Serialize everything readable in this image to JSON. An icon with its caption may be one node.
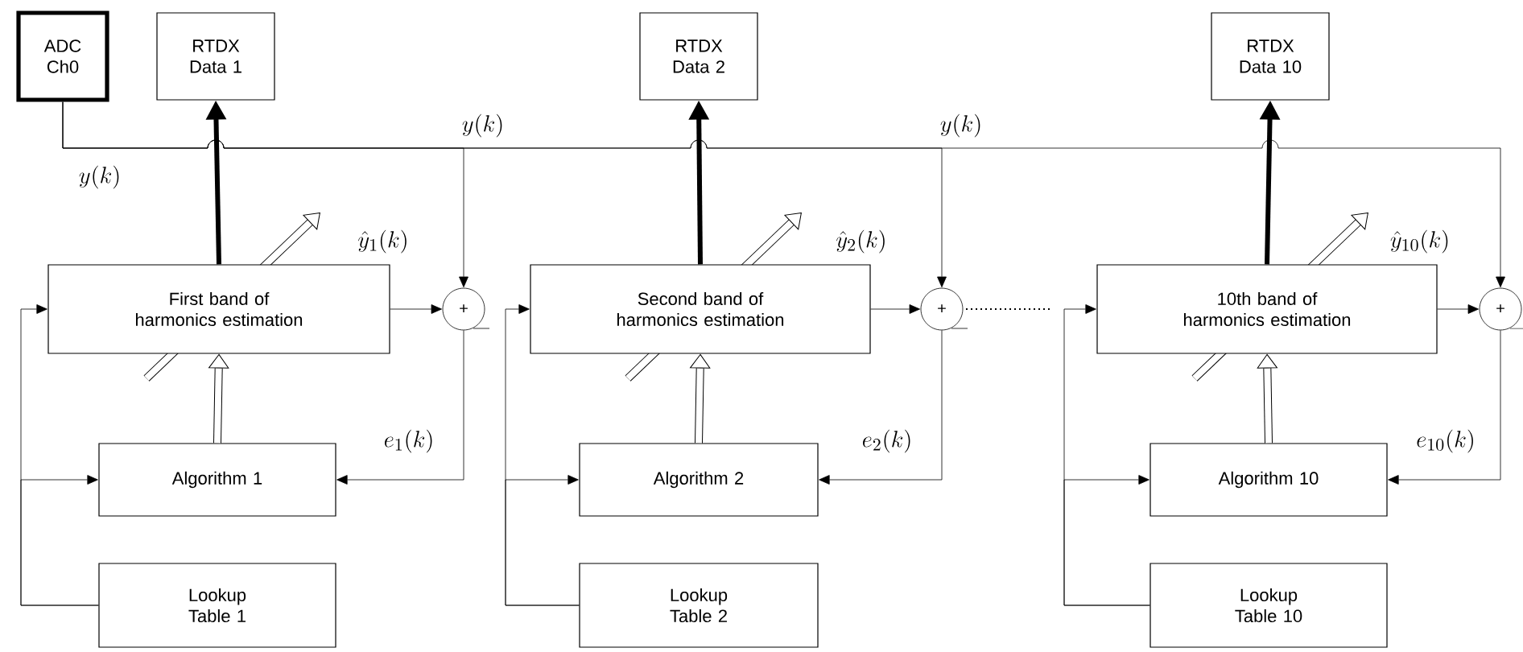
{
  "diagram": {
    "nodes": [
      {
        "text": [
          "ADC Ch0"
        ]
      },
      {
        "text": [
          "RTDX Data 1"
        ]
      },
      {
        "text": [
          "RTDX Data 2"
        ]
      },
      {
        "text": [
          "RTDX Data 10"
        ]
      },
      {
        "text": [
          "First band of harmonics estimation"
        ]
      },
      {
        "text": [
          "+"
        ]
      },
      {
        "text": [
          "Second band of harmonics estimation"
        ]
      },
      {
        "text": [
          "+"
        ]
      },
      {
        "text": [
          "10th band of harmonics estimation"
        ]
      },
      {
        "text": [
          "+"
        ]
      },
      {
        "text": [
          "Algorithm 1"
        ]
      },
      {
        "text": [
          "Algorithm 2"
        ]
      },
      {
        "text": [
          "Algorithm 10"
        ]
      },
      {
        "text": [
          "Lookup Table 1"
        ]
      },
      {
        "text": [
          "Lookup Table 2"
        ]
      },
      {
        "text": [
          "Lookup Table 10"
        ]
      }
    ],
    "edges": [
      {
        "from": 0,
        "to": 5,
        "arrow": "to",
        "label": "y(k)"
      },
      {
        "from": 0,
        "to": 7,
        "arrow": "to",
        "label": "y(k)"
      },
      {
        "from": 0,
        "to": 9,
        "arrow": "to"
      },
      {
        "from": 4,
        "to": 1,
        "arrow": "to",
        "style": "thick"
      },
      {
        "from": 4,
        "to": 5,
        "arrow": "to",
        "label": "\\hat{y}_1(k)"
      },
      {
        "from": 5,
        "to": 10,
        "arrow": "to",
        "label": "e_1(k)"
      },
      {
        "from": 10,
        "to": 4,
        "arrow": "to",
        "style": "thick"
      },
      {
        "from": 13,
        "to": 4,
        "arrow": "to"
      },
      {
        "from": 13,
        "to": 10,
        "arrow": "to"
      },
      {
        "from": 6,
        "to": 2,
        "arrow": "to",
        "style": "thick"
      },
      {
        "from": 6,
        "to": 7,
        "arrow": "to",
        "label": "\\hat{y}_2(k)"
      },
      {
        "from": 7,
        "to": 11,
        "arrow": "to",
        "label": "e_2(k)"
      },
      {
        "from": 11,
        "to": 6,
        "arrow": "to",
        "style": "thick"
      },
      {
        "from": 14,
        "to": 6,
        "arrow": "to"
      },
      {
        "from": 14,
        "to": 11,
        "arrow": "to"
      },
      {
        "from": 8,
        "to": 3,
        "arrow": "to",
        "style": "thick"
      },
      {
        "from": 8,
        "to": 9,
        "arrow": "to",
        "label": "\\hat{y}_{10}(k)"
      },
      {
        "from": 9,
        "to": 12,
        "arrow": "to",
        "label": "e_{10}(k)"
      },
      {
        "from": 12,
        "to": 8,
        "arrow": "to",
        "style": "thick"
      },
      {
        "from": 15,
        "to": 8,
        "arrow": "to"
      },
      {
        "from": 15,
        "to": 12,
        "arrow": "to"
      }
    ],
    "labels": [
      "y(k)"
    ]
  }
}
